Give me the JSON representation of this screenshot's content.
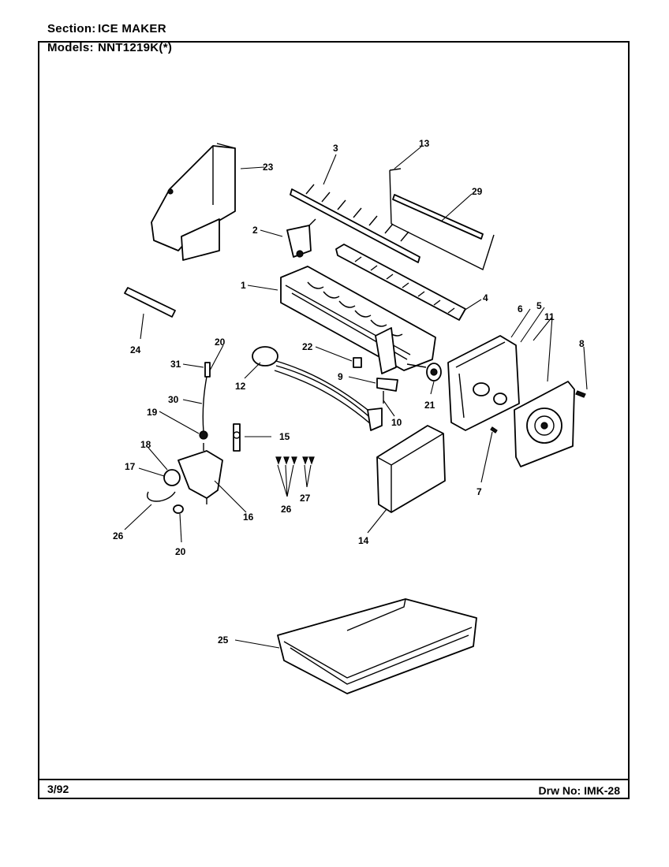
{
  "header": {
    "section_label": "Section:",
    "section_value": "ICE MAKER",
    "models_label": "Models:",
    "models_value": "NNT1219K(*)"
  },
  "footer": {
    "date": "3/92",
    "drawing_number": "Drw No: IMK-28"
  },
  "callouts": {
    "c1": "1",
    "c2": "2",
    "c3": "3",
    "c4": "4",
    "c5": "5",
    "c6": "6",
    "c7": "7",
    "c8": "8",
    "c9": "9",
    "c10": "10",
    "c11": "11",
    "c12": "12",
    "c13": "13",
    "c14": "14",
    "c15": "15",
    "c16": "16",
    "c17": "17",
    "c18": "18",
    "c19": "19",
    "c20a": "20",
    "c20b": "20",
    "c21": "21",
    "c22": "22",
    "c23": "23",
    "c24": "24",
    "c25": "25",
    "c26": "26",
    "c26b": "26",
    "c27": "27",
    "c29": "29",
    "c30": "30",
    "c31": "31"
  }
}
